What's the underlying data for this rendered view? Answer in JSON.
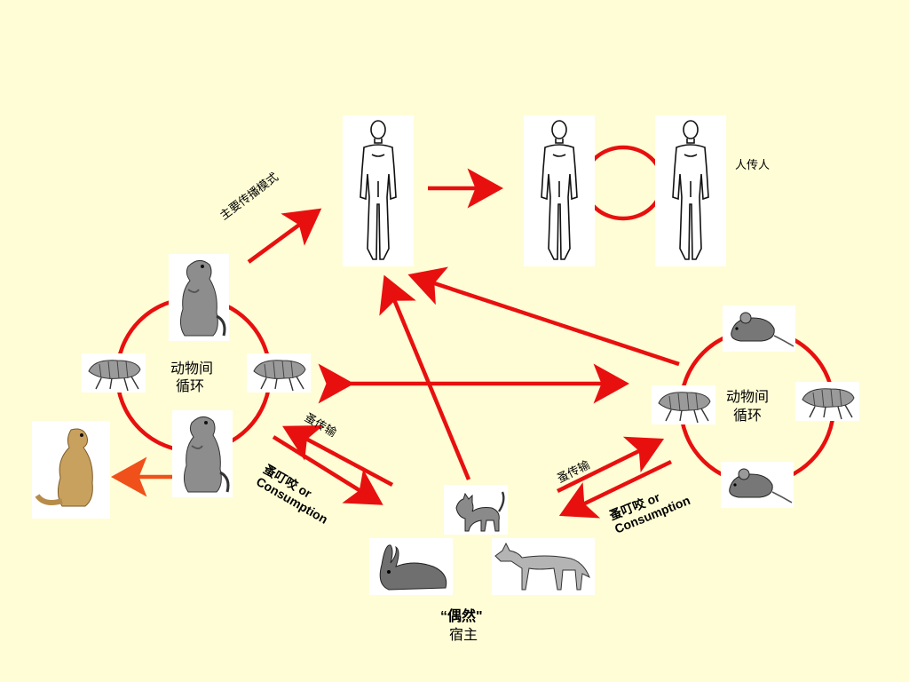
{
  "labels": {
    "human_to_human": "人传人",
    "primary_mode": "主要传播模式",
    "enzootic_cycle_left_1": "动物间",
    "enzootic_cycle_left_2": "循环",
    "enzootic_cycle_right_1": "动物间",
    "enzootic_cycle_right_2": "循环",
    "flea_transmission_left": "蚤传输",
    "flea_bite_left_1": "蚤叮咬 or",
    "flea_bite_left_2": "Consumption",
    "flea_transmission_right": "蚤传输",
    "flea_bite_right_1": "蚤叮咬 or",
    "flea_bite_right_2": "Consumption",
    "incidental_1": "“偶然\"",
    "incidental_2": "宿主"
  },
  "colors": {
    "background": "#FFFDD6",
    "arrow": "#E8100F",
    "arrow_orange": "#F0501A",
    "figure_card": "#FFFFFF"
  },
  "icons": {
    "human": "human-figure-icon",
    "prairie_dog": "prairie-dog-icon",
    "flea": "flea-icon",
    "mouse": "mouse-icon",
    "cat": "cat-icon",
    "rabbit": "rabbit-icon",
    "coyote": "coyote-icon",
    "ground_squirrel": "ground-squirrel-icon"
  }
}
